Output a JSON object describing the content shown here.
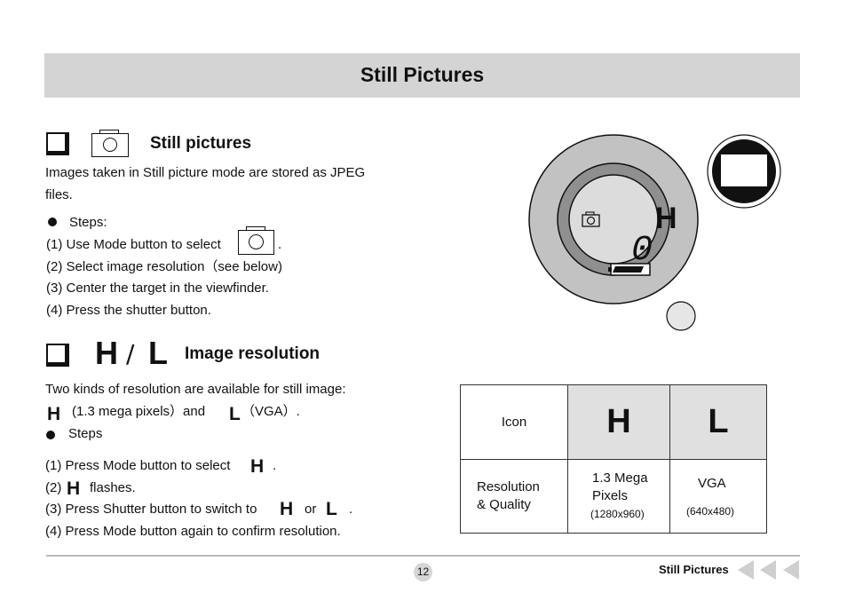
{
  "banner": {
    "title": "Still Pictures"
  },
  "section1": {
    "heading": "Still pictures",
    "intro_line1": "Images taken in Still picture mode are stored as JPEG",
    "intro_line2": "files.",
    "steps_label": "Steps:",
    "step1_text": "(1) Use Mode button to select",
    "step1_end": ".",
    "step2": "(2) Select image resolution（see below)",
    "step3": "(3) Center the target in the viewfinder.",
    "step4": "(4) Press the shutter button."
  },
  "section2": {
    "heading": "Image resolution",
    "heading_H": "H",
    "heading_slash": "/",
    "heading_L": "L",
    "intro": "Two kinds of resolution are available for still image:",
    "opt_H": "H",
    "opt_H_text": "(1.3 mega pixels）and",
    "opt_L": "L",
    "opt_L_text": "（VGA）.",
    "steps_label": "Steps",
    "step1_text": "(1) Press Mode button to select",
    "step1_icon": "H",
    "step1_end": ".",
    "step2_text": "(2)",
    "step2_icon": "H",
    "step2_end": "flashes.",
    "step3_text": "(3) Press Shutter button to switch to",
    "step3_icon_H": "H",
    "step3_or": "or",
    "step3_icon_L": "L",
    "step3_end": ".",
    "step4": "(4) Press Mode button again to confirm resolution."
  },
  "lcd": {
    "mode_letter": "H",
    "counter": "0"
  },
  "table": {
    "row1_label": "Icon",
    "icon_H": "H",
    "icon_L": "L",
    "row2_label_line1": "Resolution",
    "row2_label_line2": "& Quality",
    "h_line1": "1.3 Mega",
    "h_line2": "Pixels",
    "h_dim": "(1280x960)",
    "l_line1": "VGA",
    "l_dim": "(640x480)"
  },
  "footer": {
    "page_number": "12",
    "title": "Still Pictures"
  },
  "colors": {
    "banner": "#d4d4d4",
    "table_header_fill": "#e0e0e0",
    "device_ring": "#bdbdbd"
  }
}
